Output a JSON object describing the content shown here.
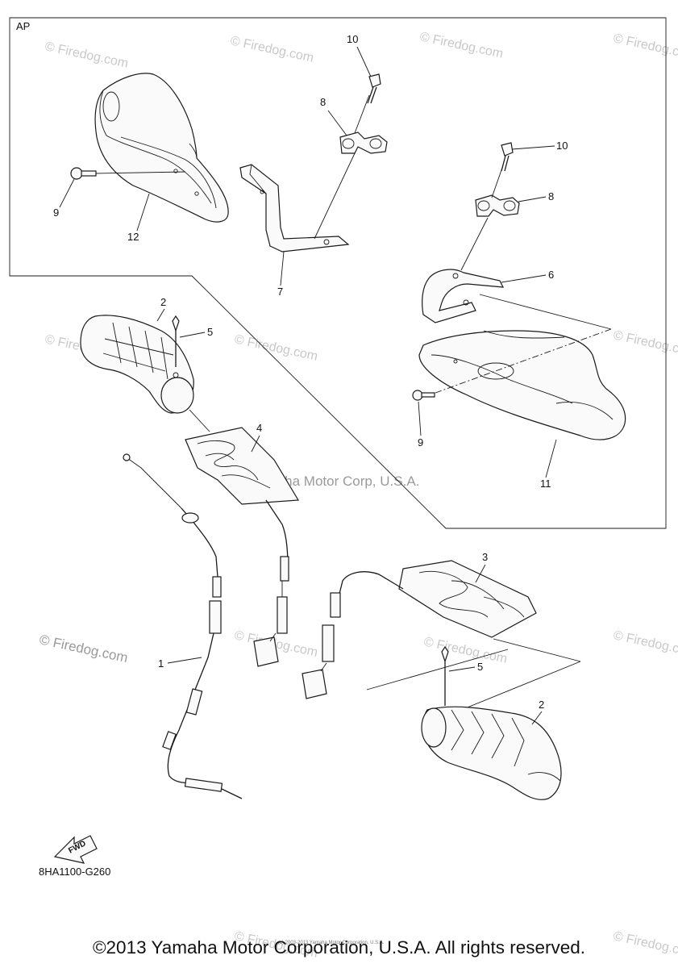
{
  "section_label": "AP",
  "drawing_code": "8HA1100-G260",
  "fwd_label": "FWD",
  "watermark": "© Firedog.com",
  "watermark_center": "Yamaha Motor Corp, U.S.A.",
  "fine_print": "(c) 2003-2013 Yamaha Motor Corporation, U.S.A.",
  "copyright": "©2013 Yamaha Motor Corporation, U.S.A. All rights reserved.",
  "callouts": {
    "p1": "1",
    "p2a": "2",
    "p2b": "2",
    "p3": "3",
    "p4": "4",
    "p5a": "5",
    "p5b": "5",
    "p6": "6",
    "p7": "7",
    "p8a": "8",
    "p8b": "8",
    "p9a": "9",
    "p9b": "9",
    "p10a": "10",
    "p10b": "10",
    "p11": "11",
    "p12": "12"
  }
}
